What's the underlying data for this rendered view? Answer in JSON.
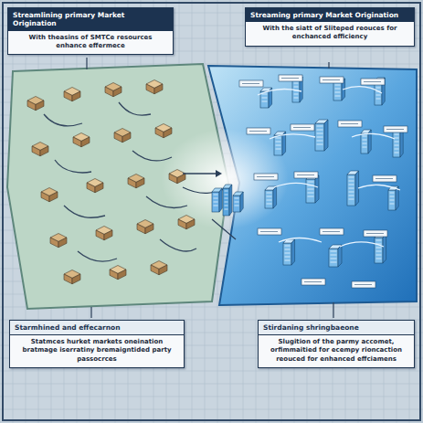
{
  "diagram": {
    "nodes": [
      {
        "text": [
          "Streamlining primary Market Origination",
          "With theasins of SMTCe resources enhance effermece"
        ]
      },
      {
        "text": [
          "Streaming primary Market Origination",
          "With the siatt of Sliteped reouces for enchanced efficiency"
        ]
      },
      {
        "text": [
          "Starmhined and effecarnon",
          "Statmces hurket markets oneination bratmage iserratiny bremaigntided party passocrces"
        ]
      },
      {
        "text": [
          "Stirdaning shringbaeone",
          "Slugition of the parmy accomet, orfimmaitied for ecempy rioncaction reouced for enhanced effciamens"
        ]
      }
    ]
  }
}
